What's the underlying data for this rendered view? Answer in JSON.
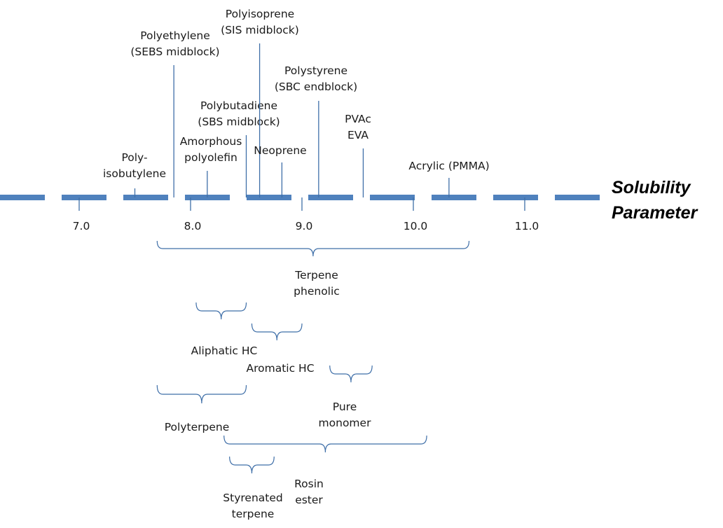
{
  "colors": {
    "axis": "#4f81bd",
    "line": "#3f6fa8",
    "text": "#1a1a1a",
    "title": "#000000"
  },
  "axis": {
    "title_line1": "Solubility",
    "title_line2": "Parameter",
    "tick_values": [
      7.0,
      8.0,
      9.0,
      10.0,
      11.0
    ],
    "tick_labels": [
      "7.0",
      "8.0",
      "9.0",
      "10.0",
      "11.0"
    ]
  },
  "polymers": [
    {
      "id": "polyisobutylene",
      "lines": [
        "Poly-",
        "isobutylene"
      ],
      "value": 7.5
    },
    {
      "id": "polyethylene",
      "lines": [
        "Polyethylene",
        "(SEBS midblock)"
      ],
      "value": 7.85
    },
    {
      "id": "amorphous-polyolefin",
      "lines": [
        "Amorphous",
        "polyolefin"
      ],
      "value": 8.15
    },
    {
      "id": "polybutadiene",
      "lines": [
        "Polybutadiene",
        "(SBS midblock)"
      ],
      "value": 8.5
    },
    {
      "id": "polyisoprene",
      "lines": [
        "Polyisoprene",
        "(SIS midblock)"
      ],
      "value": 8.62
    },
    {
      "id": "neoprene",
      "lines": [
        "Neoprene"
      ],
      "value": 8.82
    },
    {
      "id": "polystyrene",
      "lines": [
        "Polystyrene",
        "(SBC endblock)"
      ],
      "value": 9.15
    },
    {
      "id": "pvac-eva",
      "lines": [
        "PVAc",
        "EVA"
      ],
      "value": 9.55
    },
    {
      "id": "acrylic-pmma",
      "lines": [
        "Acrylic (PMMA)"
      ],
      "value": 10.32
    }
  ],
  "tackifiers": [
    {
      "id": "terpene-phenolic",
      "lines": [
        "Terpene",
        "phenolic"
      ],
      "range": [
        7.7,
        10.5
      ]
    },
    {
      "id": "aliphatic-hc",
      "lines": [
        "Aliphatic HC"
      ],
      "range": [
        8.05,
        8.5
      ]
    },
    {
      "id": "aromatic-hc",
      "lines": [
        "Aromatic HC"
      ],
      "range": [
        8.55,
        9.0
      ]
    },
    {
      "id": "pure-monomer",
      "lines": [
        "Pure",
        "monomer"
      ],
      "range": [
        9.25,
        9.63
      ]
    },
    {
      "id": "polyterpene",
      "lines": [
        "Polyterpene"
      ],
      "range": [
        7.7,
        8.5
      ]
    },
    {
      "id": "rosin-ester",
      "lines": [
        "Rosin",
        "ester"
      ],
      "range": [
        8.3,
        10.12
      ]
    },
    {
      "id": "styrenated-terpene",
      "lines": [
        "Styrenated",
        "terpene"
      ],
      "range": [
        8.35,
        8.75
      ]
    }
  ]
}
